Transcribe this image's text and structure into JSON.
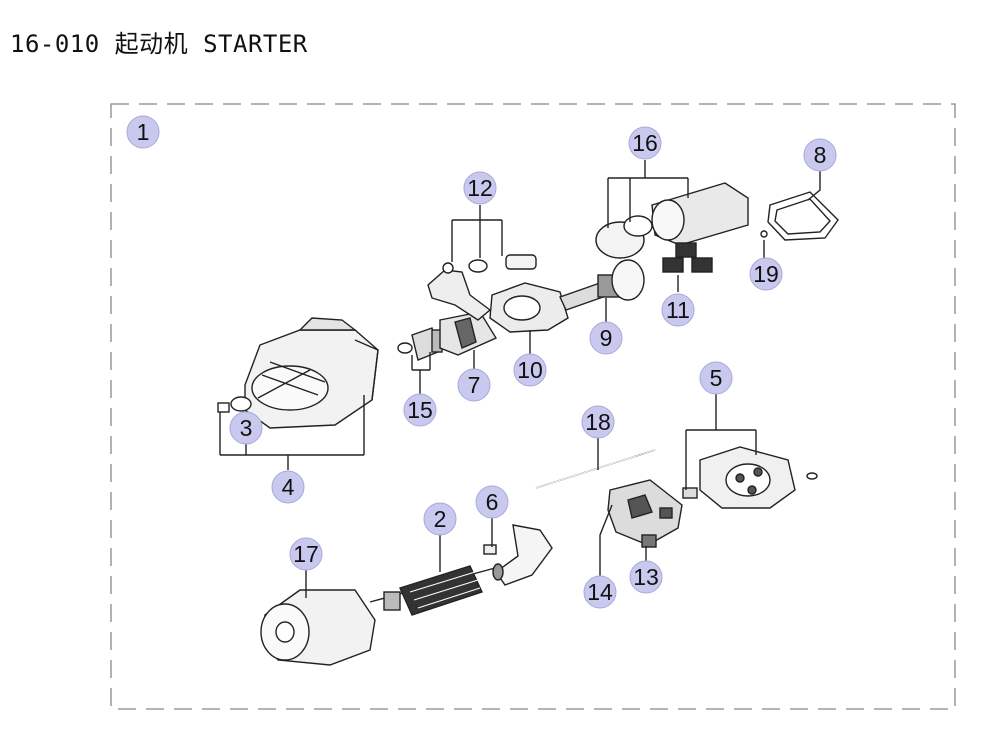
{
  "page_title": "16-010 起动机 STARTER",
  "callouts": {
    "c1": "1",
    "c2": "2",
    "c3": "3",
    "c4": "4",
    "c5": "5",
    "c6": "6",
    "c7": "7",
    "c8": "8",
    "c9": "9",
    "c10": "10",
    "c11": "11",
    "c12": "12",
    "c13": "13",
    "c14": "14",
    "c15": "15",
    "c16": "16",
    "c17": "17",
    "c18": "18",
    "c19": "19"
  },
  "colors": {
    "callout_fill": "#c9c9ef",
    "callout_stroke": "#a8a8d8",
    "frame_dash": "#888888",
    "part_fill": "#f2f2f2",
    "part_dark": "#444444"
  }
}
